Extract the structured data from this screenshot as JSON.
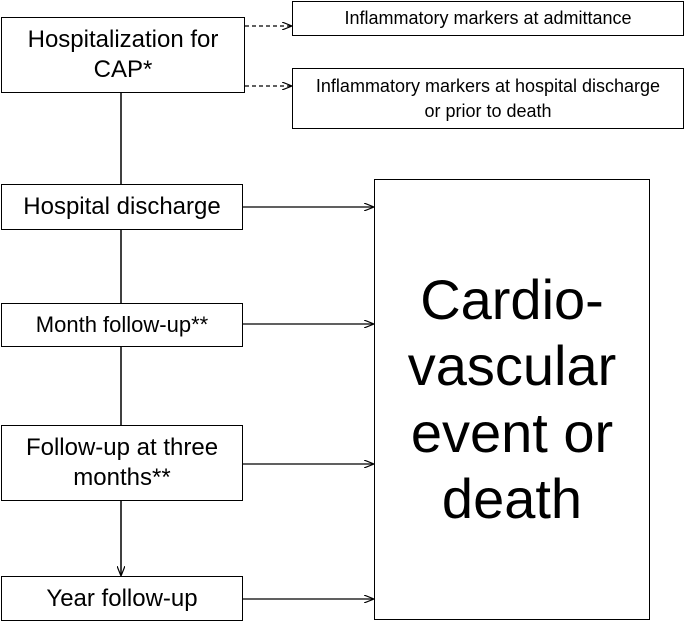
{
  "boxes": {
    "hospitalization": "Hospitalization for\nCAP*",
    "markers_admittance": "Inflammatory markers at admittance",
    "markers_discharge": "Inflammatory markers at hospital discharge\nor prior to death",
    "hospital_discharge": "Hospital discharge",
    "month_follow_up": "Month follow-up**",
    "three_months_follow_up": "Follow-up at three\nmonths**",
    "year_follow_up": "Year follow-up",
    "outcome": "Cardio-\nvascular\nevent or\ndeath"
  }
}
